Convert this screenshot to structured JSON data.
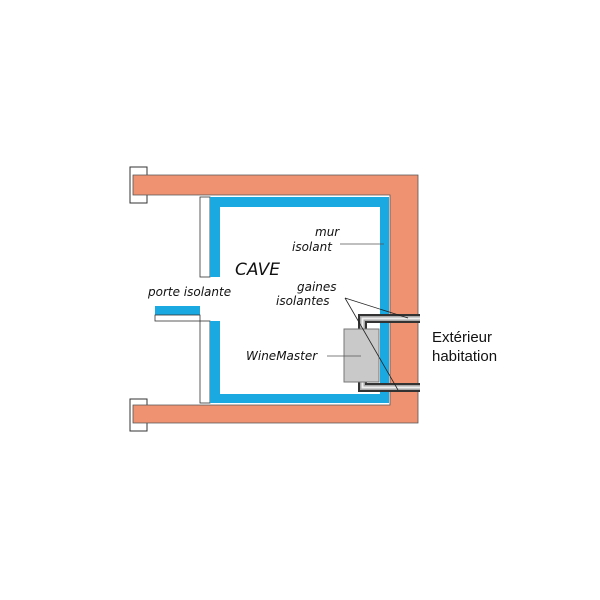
{
  "labels": {
    "cave": "CAVE",
    "mur_line1": "mur",
    "mur_line2": "isolant",
    "porte": "porte isolante",
    "gaines_line1": "gaines",
    "gaines_line2": "isolantes",
    "winemaster": "WineMaster",
    "exterieur_line1": "Extérieur",
    "exterieur_line2": "habitation"
  },
  "colors": {
    "wall": "#ee9272",
    "insulation": "#1aa9e1",
    "unit": "#c9c9c9",
    "duct": "#333333"
  }
}
